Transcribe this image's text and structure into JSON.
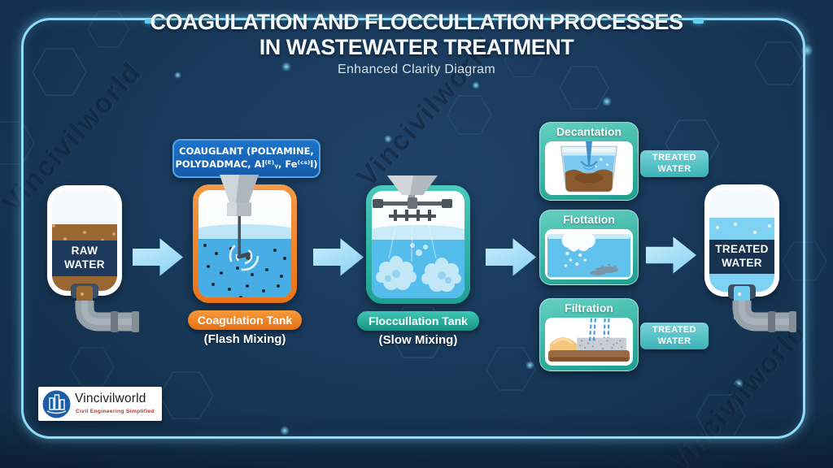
{
  "title": {
    "line1": "COAGULATION AND FLOCCULLATION PROCESSES",
    "line2": "IN WASTEWATER TREATMENT",
    "subtitle": "Enhanced Clarity Diagram"
  },
  "decor": {
    "watermark": "Vincivilworld"
  },
  "coagulant_label": {
    "line1": "COAUGLANT (POLYAMINE,",
    "line2": "POLYDADMAC, Al⁽ᴱ⁾ᵧ, Fe⁽ᶜˢ⁾l)"
  },
  "flow": {
    "raw_water": {
      "line1": "RAW",
      "line2": "WATER"
    },
    "coagulation": {
      "tank": "Coagulation Tank",
      "mode": "(Flash Mixing)"
    },
    "flocculation": {
      "tank": "Floccullation Tank",
      "mode": "(Slow Mixing)"
    },
    "separation": [
      {
        "label": "Decantation"
      },
      {
        "label": "Flottation"
      },
      {
        "label": "Filtration"
      }
    ],
    "treated_pill": {
      "line1": "TREATED",
      "line2": "WATER"
    },
    "treated_water": {
      "line1": "TREATED",
      "line2": "WATER"
    }
  },
  "logo": {
    "name": "Vincivilworld",
    "tagline": "Civil Engineering Simplified"
  },
  "colors": {
    "background": "#18395a",
    "frame_cyan": "#8fdcf6",
    "arrow_blue": "#9adcf5",
    "coagulation_orange": "#ee7e24",
    "process_teal": "#2bb3a4",
    "coagulant_chip_blue": "#1a69c0",
    "raw_water_brown": "#9a6733",
    "tank_water_blue": "#47ade5",
    "treated_pill_teal": "#4fc0c6",
    "label_band_navy": "#1c3a5c",
    "logo_tagline_red": "#c23430"
  }
}
